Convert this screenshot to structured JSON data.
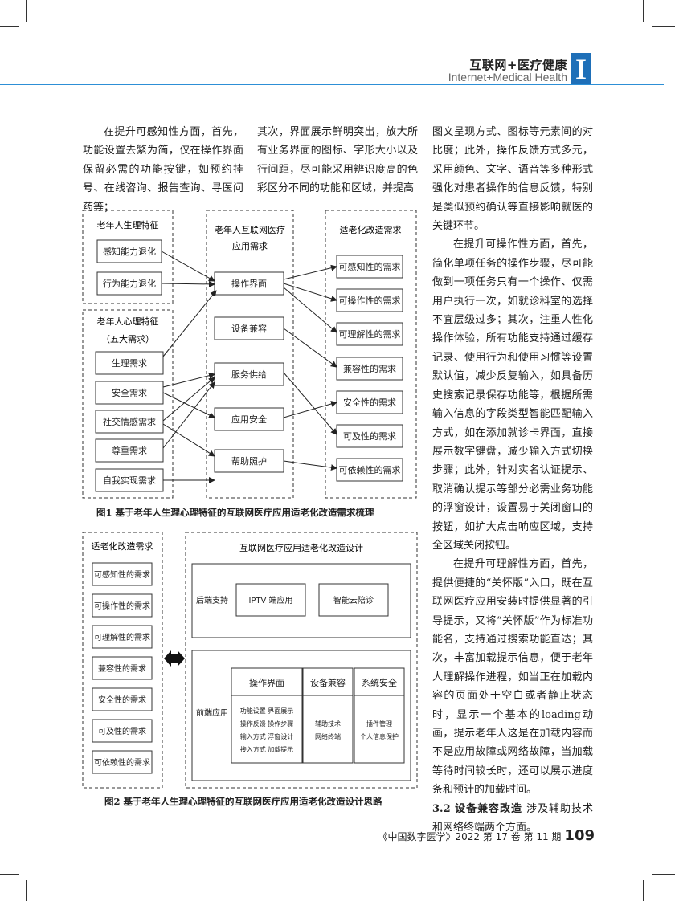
{
  "header": {
    "title": "互联网+医疗健康",
    "subtitle": "Internet+Medical Health",
    "mark": "I"
  },
  "col1": {
    "paragraphs": [
      "在提升可感知性方面，首先，功能设置去繁为简，仅在操作界面保留必需的功能按键，如预约挂号、在线咨询、报告查询、寻医问药等；"
    ]
  },
  "col2": {
    "paragraphs": [
      "其次，界面展示鲜明突出，放大所有业务界面的图标、字形大小以及行间距，尽可能采用辨识度高的色彩区分不同的功能和区域，并提高"
    ]
  },
  "col3": {
    "p1": "图文呈现方式、图标等元素间的对比度；此外，操作反馈方式多元，采用颜色、文字、语音等多种形式强化对患者操作的信息反馈，特别是类似预约确认等直接影响就医的关键环节。",
    "p2": "在提升可操作性方面，首先，简化单项任务的操作步骤，尽可能做到一项任务只有一个操作、仅需用户执行一次，如就诊科室的选择不宜层级过多；其次，注重人性化操作体验，所有功能支持通过缓存记录、使用行为和使用习惯等设置默认值，减少反复输入，如具备历史搜索记录保存功能等，根据所需输入信息的字段类型智能匹配输入方式，如在添加就诊卡界面，直接展示数字键盘，减少输入方式切换步骤；此外，针对实名认证提示、取消确认提示等部分必需业务功能的浮窗设计，设置易于关闭窗口的按钮，如扩大点击响应区域，支持全区域关闭按钮。",
    "p3": "在提升可理解性方面，首先，提供便捷的“关怀版”入口，既在互联网医疗应用安装时提供显著的引导提示，又将“关怀版”作为标准功能名，支持通过搜索功能直达；其次，丰富加载提示信息，便于老年人理解操作进程，如当正在加载内容的页面处于空白或者静止状态时，显示一个基本的loading动画，提示老年人这是在加载内容而不是应用故障或网络故障，当加载等待时间较长时，还可以展示进度条和预计的加载时间。",
    "p4_head": "3.2 设备兼容改造",
    "p4_body": "涉及辅助技术和网络终端两个方面。"
  },
  "fig1": {
    "caption": "图1  基于老年人生理心理特征的互联网医疗应用适老化改造需求梳理",
    "g1_title": "老年人生理特征",
    "g1_items": [
      "感知能力退化",
      "行为能力退化"
    ],
    "g2_title1": "老年人心理特征",
    "g2_title2": "（五大需求）",
    "g2_items": [
      "生理需求",
      "安全需求",
      "社交情感需求",
      "尊重需求",
      "自我实现需求"
    ],
    "mid_title1": "老年人互联网医疗",
    "mid_title2": "应用需求",
    "mid_items": [
      "操作界面",
      "设备兼容",
      "服务供给",
      "应用安全",
      "帮助照护"
    ],
    "right_title": "适老化改造需求",
    "right_items": [
      "可感知性的需求",
      "可操作性的需求",
      "可理解性的需求",
      "兼容性的需求",
      "安全性的需求",
      "可及性的需求",
      "可依赖性的需求"
    ]
  },
  "fig2": {
    "caption": "图2  基于老年人生理心理特征的互联网医疗应用适老化改造设计思路",
    "left_title": "适老化改造需求",
    "left_items": [
      "可感知性的需求",
      "可操作性的需求",
      "可理解性的需求",
      "兼容性的需求",
      "安全性的需求",
      "可及性的需求",
      "可依赖性的需求"
    ],
    "right_title": "互联网医疗应用适老化改造设计",
    "backend_label": "后端支持",
    "backend_items": [
      "IPTV 端应用",
      "智能云陪诊"
    ],
    "frontend_label": "前端应用",
    "fe_ops_title": "操作界面",
    "fe_ops_lines": [
      "功能设置   界面展示",
      "操作反馈   操作步骤",
      "输入方式   浮窗设计",
      "接入方式   加载提示"
    ],
    "fe_dev_title": "设备兼容",
    "fe_dev_lines": [
      "辅助技术",
      "网络终端"
    ],
    "fe_sec_title": "系统安全",
    "fe_sec_lines": [
      "插件管理",
      "个人信息保护"
    ]
  },
  "footer": {
    "journal": "《中国数字医学》2022 第 17 卷 第 11 期",
    "page": "109"
  }
}
